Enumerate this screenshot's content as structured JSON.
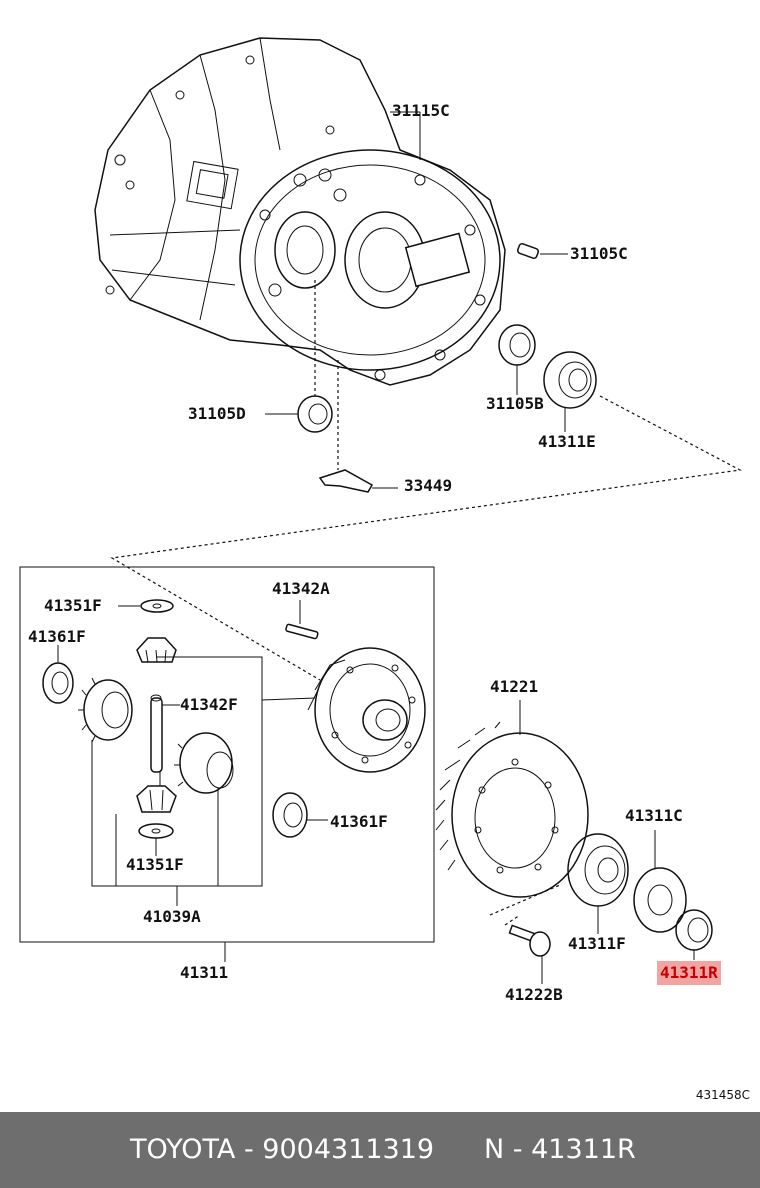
{
  "labels": {
    "p31115c": "31115C",
    "p31105c": "31105C",
    "p31105b": "31105B",
    "p31311e": "41311E",
    "p31105d": "31105D",
    "p33449": "33449",
    "p41351f_top": "41351F",
    "p41342a": "41342A",
    "p41361f_left": "41361F",
    "p41342f": "41342F",
    "p41361f_right": "41361F",
    "p41351f_bottom": "41351F",
    "p41039a": "41039A",
    "p41311": "41311",
    "p41221": "41221",
    "p41311c": "41311C",
    "p41311f": "41311F",
    "p41311r": "41311R",
    "p41222b": "41222B"
  },
  "illustration_code": "431458C",
  "footer": {
    "brand_part": "TOYOTA - 9004311319",
    "ref": "N - 41311R"
  },
  "colors": {
    "highlight_bg": "#f4a3a3",
    "highlight_text": "#c40000",
    "footer_bg": "#6e6e6e"
  }
}
